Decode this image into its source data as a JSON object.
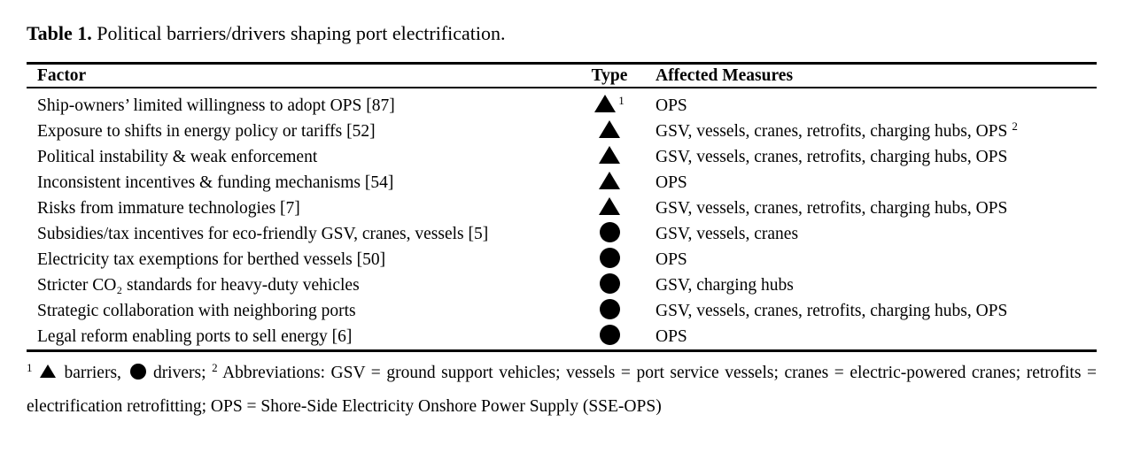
{
  "colors": {
    "text": "#000000",
    "background": "#ffffff",
    "rule": "#000000"
  },
  "title": {
    "label": "Table 1.",
    "text": " Political barriers/drivers shaping port electrification."
  },
  "table": {
    "columns": [
      "Factor",
      "Type",
      "Affected Measures"
    ],
    "legend": {
      "triangle": "barrier",
      "circle": "driver"
    },
    "rows": [
      {
        "factor": "Ship-owners’ limited willingness to adopt OPS [87]",
        "type": "barrier",
        "type_sup": "1",
        "measures": "OPS",
        "measures_sup": ""
      },
      {
        "factor": "Exposure to shifts in energy policy or tariffs [52]",
        "type": "barrier",
        "type_sup": "",
        "measures": "GSV, vessels, cranes, retrofits, charging hubs, OPS",
        "measures_sup": "2"
      },
      {
        "factor": "Political instability & weak enforcement",
        "type": "barrier",
        "type_sup": "",
        "measures": "GSV, vessels, cranes, retrofits, charging hubs, OPS",
        "measures_sup": ""
      },
      {
        "factor": "Inconsistent incentives & funding mechanisms [54]",
        "type": "barrier",
        "type_sup": "",
        "measures": "OPS",
        "measures_sup": ""
      },
      {
        "factor": "Risks from immature technologies [7]",
        "type": "barrier",
        "type_sup": "",
        "measures": "GSV, vessels, cranes, retrofits, charging hubs, OPS",
        "measures_sup": ""
      },
      {
        "factor": "Subsidies/tax incentives for eco-friendly GSV, cranes, vessels [5]",
        "type": "driver",
        "type_sup": "",
        "measures": "GSV, vessels, cranes",
        "measures_sup": ""
      },
      {
        "factor": "Electricity tax exemptions for berthed vessels [50]",
        "type": "driver",
        "type_sup": "",
        "measures": "OPS",
        "measures_sup": ""
      },
      {
        "factor": "Stricter CO₂ standards for heavy-duty vehicles",
        "type": "driver",
        "type_sup": "",
        "measures": "GSV, charging hubs",
        "measures_sup": ""
      },
      {
        "factor": "Strategic collaboration with neighboring ports",
        "type": "driver",
        "type_sup": "",
        "measures": "GSV, vessels, cranes, retrofits, charging hubs, OPS",
        "measures_sup": ""
      },
      {
        "factor": "Legal reform enabling ports to sell energy [6]",
        "type": "driver",
        "type_sup": "",
        "measures": "OPS",
        "measures_sup": ""
      }
    ]
  },
  "footnote": {
    "sup1": "1",
    "barriers_label": "barriers,",
    "drivers_label": "drivers;",
    "sup2": "2",
    "abbreviations": "Abbreviations: GSV = ground support vehicles; vessels = port service vessels; cranes = electric-powered cranes; retrofits = electrification retrofitting; OPS = Shore-Side Electricity Onshore Power Supply (SSE-OPS)"
  }
}
